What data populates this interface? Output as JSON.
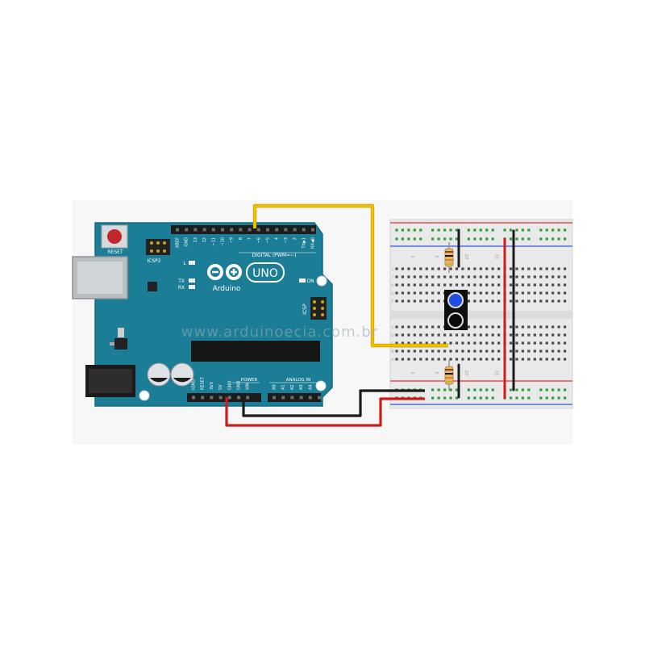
{
  "board": {
    "brand": "Arduino",
    "model": "UNO",
    "reset_label": "RESET",
    "icsp2_label": "ICSP2",
    "icsp_label": "ICSP",
    "led_l": "L",
    "led_tx": "TX",
    "led_rx": "RX",
    "led_on": "ON",
    "digital_label": "DIGITAL (PWM=~)",
    "top_header_labels": [
      "AREF",
      "GND",
      "13",
      "12",
      "~11",
      "~10",
      "~9",
      "8",
      "7",
      "~6",
      "~5",
      "4",
      "~3",
      "2",
      "TX▶1",
      "RX◀0"
    ],
    "power_header_title": "POWER",
    "power_header_labels": [
      "IOREF",
      "RESET",
      "3V3",
      "5V",
      "GND",
      "GND",
      "VIN"
    ],
    "analog_header_title": "ANALOG IN",
    "analog_header_labels": [
      "A0",
      "A1",
      "A2",
      "A3",
      "A4",
      "A5"
    ]
  },
  "breadboard": {
    "column_marks": [
      "1",
      "5",
      "10",
      "15"
    ],
    "row_letters_top": [
      "J",
      "I",
      "H",
      "G",
      "F"
    ],
    "row_letters_bottom": [
      "E",
      "D",
      "C",
      "B",
      "A"
    ]
  },
  "watermark": "www.arduinoecia.com.br",
  "colors": {
    "board": "#1c7e96",
    "wire_signal": "#f2c200",
    "wire_power": "#d01b1b",
    "wire_ground": "#1a1a1a",
    "sensor_emitter": "#1f4fe0"
  }
}
